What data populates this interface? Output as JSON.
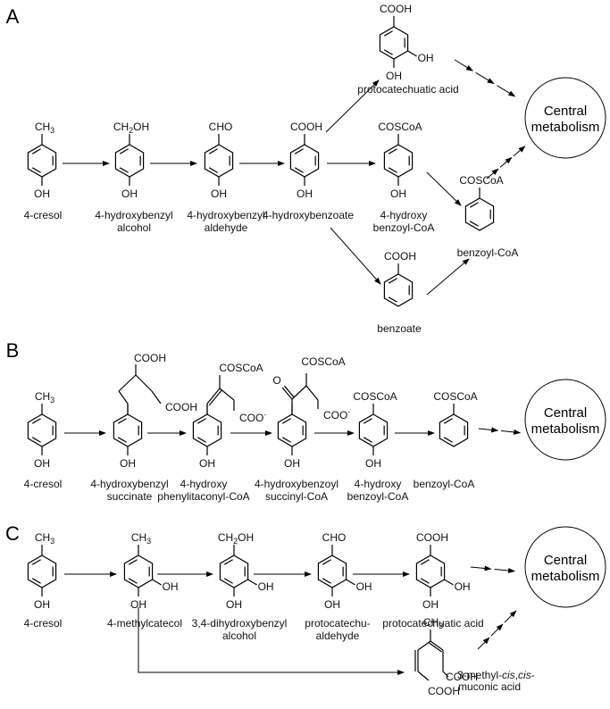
{
  "panels": [
    {
      "letter": "A"
    },
    {
      "letter": "B"
    },
    {
      "letter": "C"
    }
  ],
  "metabolism": [
    "Central",
    "metabolism"
  ],
  "groups": {
    "ch3": "CH3",
    "ch2oh": "CH2OH",
    "cho": "CHO",
    "cooh": "COOH",
    "coscoa": "COSCoA",
    "oh": "OH",
    "coo": "COO-",
    "o": "O"
  },
  "labels": {
    "a": {
      "cresol": "4-cresol",
      "hb_alcohol_1": "4-hydroxybenzyl",
      "hb_alcohol_2": "alcohol",
      "hb_aldehyde_1": "4-hydroxybenzyl",
      "hb_aldehyde_2": "aldehyde",
      "hbenzoate": "4-hydroxybenzoate",
      "hbcoa_1": "4-hydroxy",
      "hbcoa_2": "benzoyl-CoA",
      "protocatechuatic": "protocatechuatic acid",
      "benzoate": "benzoate",
      "benzoylcoa": "benzoyl-CoA"
    },
    "b": {
      "cresol": "4-cresol",
      "succ_1": "4-hydroxybenzyl",
      "succ_2": "succinate",
      "ita_1": "4-hydroxy",
      "ita_2": "phenylitaconyl-CoA",
      "sc_1": "4-hydroxybenzoyl",
      "sc_2": "succinyl-CoA",
      "hbcoa_1": "4-hydroxy",
      "hbcoa_2": "benzoyl-CoA",
      "benzoylcoa": "benzoyl-CoA"
    },
    "c": {
      "cresol": "4-cresol",
      "methylcatecol": "4-methylcatecol",
      "dhb_1": "3,4-dihydroxybenzyl",
      "dhb_2": "alcohol",
      "pca_1": "protocatechu-",
      "pca_2": "aldehyde",
      "protocatechuatic": "protocatechuatic acid",
      "muconic_1_pre": "3-methyl-",
      "muconic_1_it1": "cis",
      "muconic_1_mid": ",",
      "muconic_1_it2": "cis",
      "muconic_1_post": "-",
      "muconic_2": "muconic acid"
    }
  }
}
